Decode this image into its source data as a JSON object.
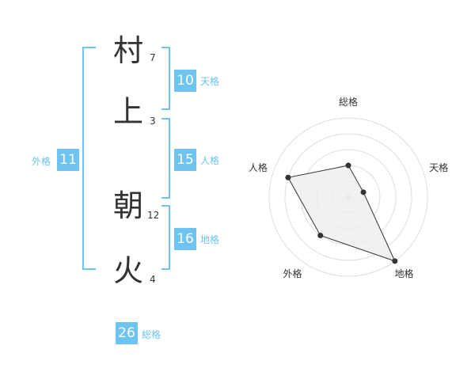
{
  "name": {
    "chars": [
      {
        "char": "村",
        "strokes": "7"
      },
      {
        "char": "上",
        "strokes": "3"
      },
      {
        "char": "朝",
        "strokes": "12"
      },
      {
        "char": "火",
        "strokes": "4"
      }
    ]
  },
  "fortunes": {
    "tenkaku": {
      "value": "10",
      "label": "天格"
    },
    "jinkaku": {
      "value": "15",
      "label": "人格"
    },
    "chikaku": {
      "value": "16",
      "label": "地格"
    },
    "gaikaku": {
      "value": "11",
      "label": "外格"
    },
    "soukaku": {
      "value": "26",
      "label": "総格"
    }
  },
  "colors": {
    "accent": "#6ec3f0",
    "bracket": "#6ec3f0",
    "radar_fill": "#eeeeee",
    "radar_line": "#333333",
    "grid": "#dddddd"
  },
  "chart_data": {
    "type": "radar",
    "axes": [
      "総格",
      "天格",
      "地格",
      "外格",
      "人格"
    ],
    "values": [
      2,
      1,
      5,
      3,
      4
    ],
    "range": [
      0,
      5
    ]
  }
}
